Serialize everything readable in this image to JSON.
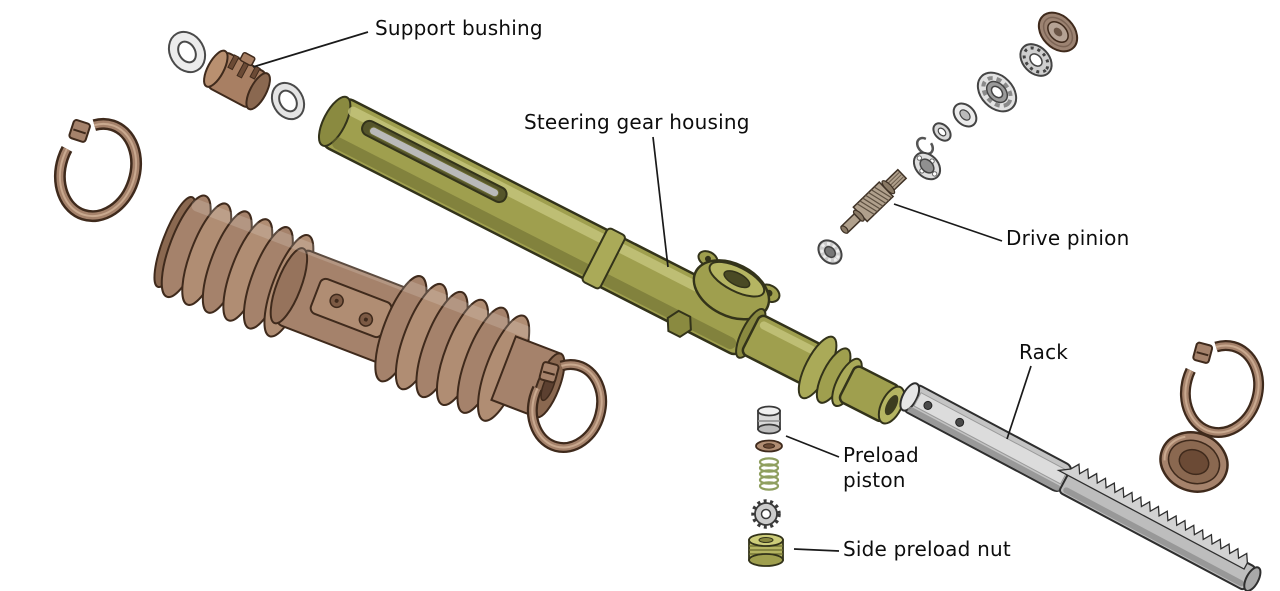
{
  "diagram": {
    "labels": {
      "support_bushing": "Support bushing",
      "steering_gear_housing": "Steering gear housing",
      "drive_pinion": "Drive pinion",
      "rack": "Rack",
      "preload_piston_line1": "Preload",
      "preload_piston_line2": "piston",
      "side_preload_nut": "Side preload nut"
    },
    "colors": {
      "background": "#ffffff",
      "boot_brown": "#a5826b",
      "boot_brown_dark": "#7c5a44",
      "housing_olive": "#9f9f4e",
      "housing_olive_light": "#c6c67e",
      "metal_gray": "#c6c6c6",
      "outline_brown": "#3f2a1c",
      "leader_line": "#1a1a1a"
    }
  }
}
